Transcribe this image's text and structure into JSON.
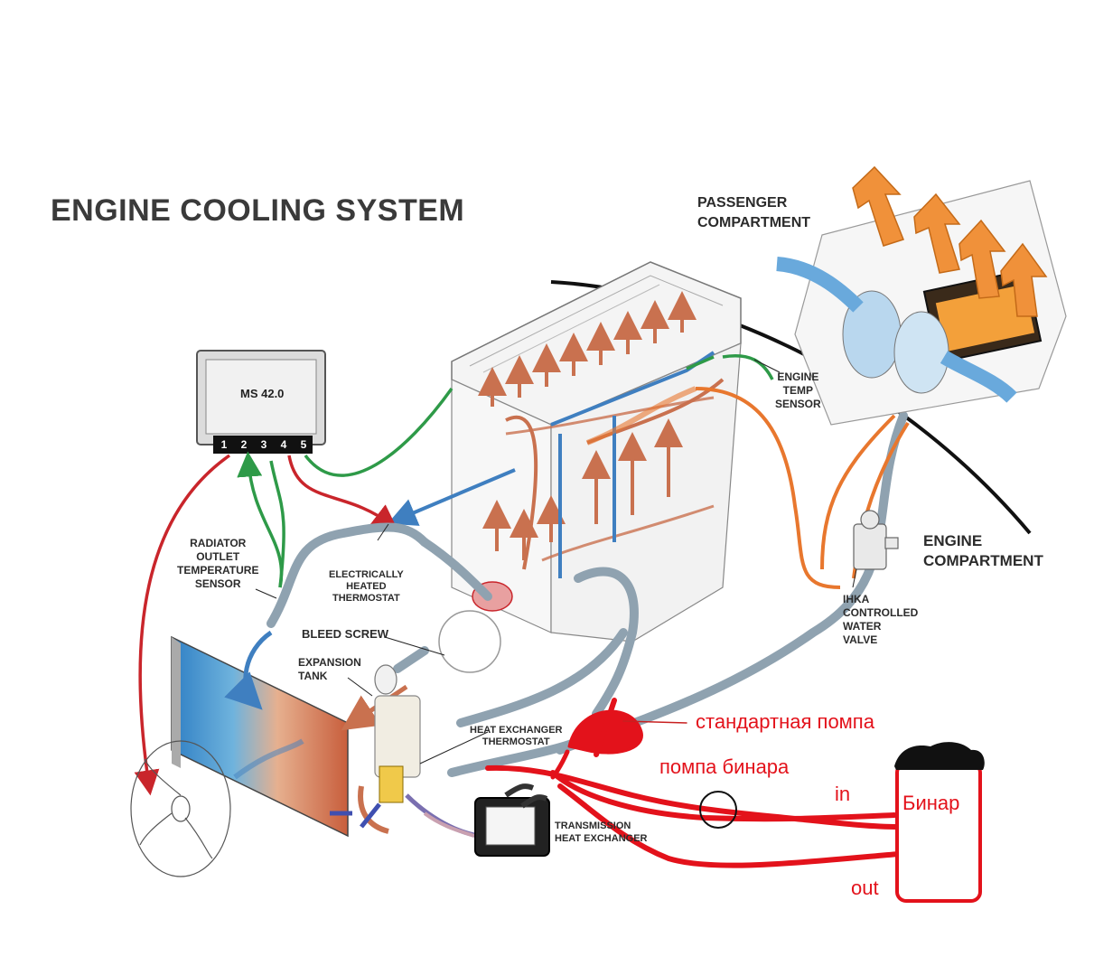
{
  "title": "ENGINE COOLING SYSTEM",
  "labels": {
    "passenger_compartment": [
      "PASSENGER",
      "COMPARTMENT"
    ],
    "engine_compartment": [
      "ENGINE",
      "COMPARTMENT"
    ],
    "engine_temp_sensor": [
      "ENGINE",
      "TEMP",
      "SENSOR"
    ],
    "radiator_outlet_sensor": [
      "RADIATOR",
      "OUTLET",
      "TEMPERATURE",
      "SENSOR"
    ],
    "electric_thermostat": [
      "ELECTRICALLY",
      "HEATED",
      "THERMOSTAT"
    ],
    "bleed_screw": "BLEED SCREW",
    "expansion_tank": [
      "EXPANSION",
      "TANK"
    ],
    "heat_exchanger_thermostat": [
      "HEAT EXCHANGER",
      "THERMOSTAT"
    ],
    "transmission_heat_exchanger": [
      "TRANSMISSION",
      "HEAT EXCHANGER"
    ],
    "ihka_valve": [
      "IHKA",
      "CONTROLLED",
      "WATER",
      "VALVE"
    ]
  },
  "ecu": {
    "name": "MS 42.0",
    "pins": [
      "1",
      "2",
      "3",
      "4",
      "5"
    ]
  },
  "annotations": {
    "standard_pump": "стандартная помпа",
    "binar_pump": "помпа бинара",
    "binar": "Бинар",
    "in": "in",
    "out": "out"
  },
  "colors": {
    "annotation_red": "#e3121b",
    "sensor_wire_green": "#2e9a48",
    "sensor_wire_red": "#c9252b",
    "coolant_hot": "#c9714f",
    "coolant_cold": "#3f7fc0",
    "heater_arrow": "#f0913a",
    "heater_hose": "#e8772e"
  }
}
